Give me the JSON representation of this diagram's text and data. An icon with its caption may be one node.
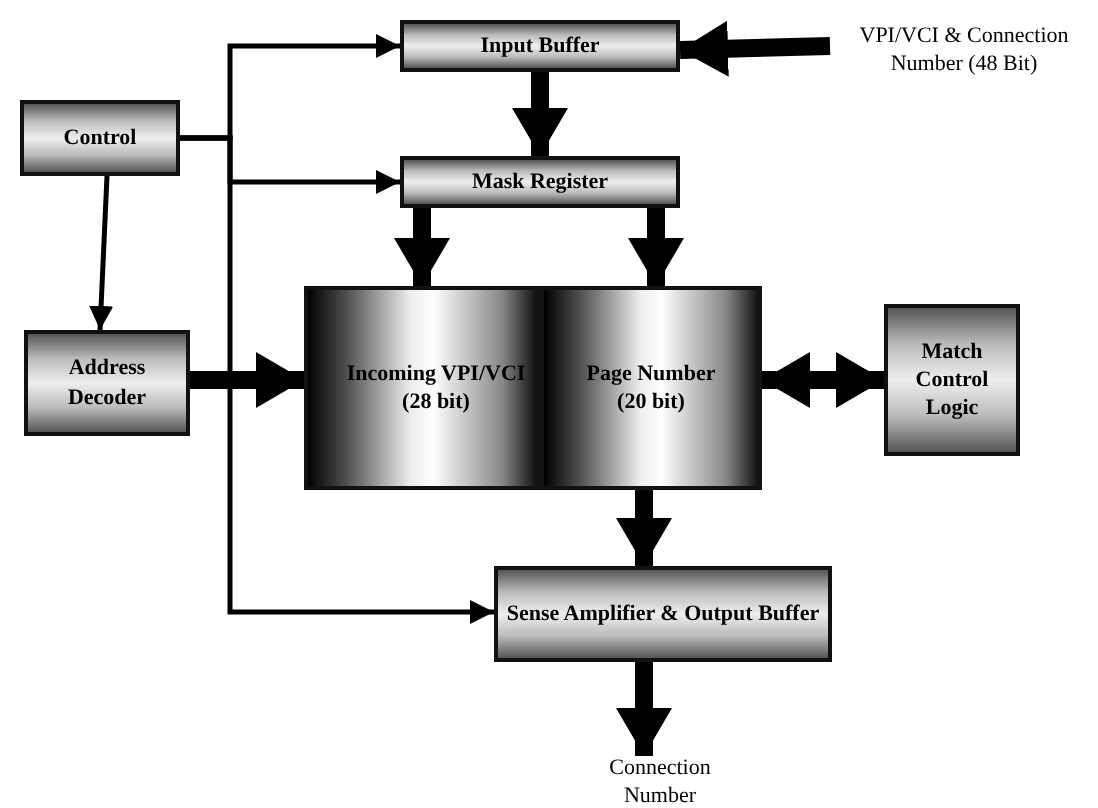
{
  "diagram": {
    "nodes": [
      {
        "text": [
          "Input Buffer"
        ]
      },
      {
        "text": [
          "VPI/VCI & Connection Number (48 Bit)"
        ]
      },
      {
        "text": [
          "Control"
        ]
      },
      {
        "text": [
          "Mask Register"
        ]
      },
      {
        "text": [
          "Address Decoder"
        ]
      },
      {
        "text": [
          "Incoming VPI/VCI",
          "(28 bit)"
        ]
      },
      {
        "text": [
          "Page Number",
          "(20 bit)"
        ]
      },
      {
        "text": [
          "Match Control Logic"
        ]
      },
      {
        "text": [
          "Sense Amplifier & Output Buffer"
        ]
      },
      {
        "text": [
          "Connection Number"
        ]
      }
    ],
    "edges": [
      {
        "from": 1,
        "to": 0,
        "arrow": "to"
      },
      {
        "from": 2,
        "to": 0,
        "arrow": "to"
      },
      {
        "from": 2,
        "to": 3,
        "arrow": "to"
      },
      {
        "from": 2,
        "to": 8,
        "arrow": "to"
      },
      {
        "from": 2,
        "to": 4,
        "arrow": "to"
      },
      {
        "from": 0,
        "to": 3,
        "arrow": "to"
      },
      {
        "from": 3,
        "to": 5,
        "arrow": "to"
      },
      {
        "from": 3,
        "to": 6,
        "arrow": "to"
      },
      {
        "from": 4,
        "to": 5,
        "arrow": "to"
      },
      {
        "from": 6,
        "to": 7,
        "arrow": "both"
      },
      {
        "from": 6,
        "to": 8,
        "arrow": "to"
      },
      {
        "from": 8,
        "to": 9,
        "arrow": "to"
      }
    ]
  }
}
